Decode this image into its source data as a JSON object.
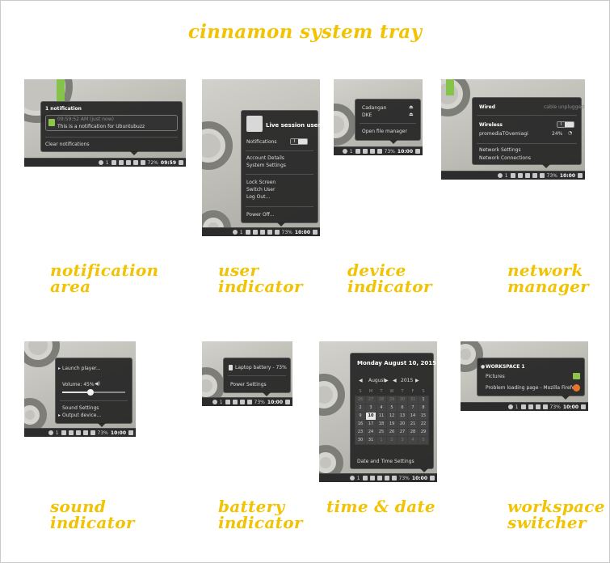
{
  "page_title": "cinnamon system tray",
  "captions": {
    "notification": [
      "notification",
      "area"
    ],
    "user": [
      "user",
      "indicator"
    ],
    "device": [
      "device",
      "indicator"
    ],
    "network": [
      "network",
      "manager"
    ],
    "sound": [
      "sound",
      "indicator"
    ],
    "battery": [
      "battery",
      "indicator"
    ],
    "time": [
      "time & date"
    ],
    "workspace": [
      "workspace",
      "switcher"
    ]
  },
  "panel": {
    "notify_count": "1",
    "battery_pct": "73%",
    "battery_pct_alt": "72%",
    "clock": "10:00",
    "clock_notify": "09:59",
    "workspace_num": "1"
  },
  "notification": {
    "header": "1 notification",
    "time": "09:59:52 AM (just now)",
    "message": "This is a notification for Ubuntubuzz",
    "clear": "Clear notifications"
  },
  "user": {
    "name": "Live session user",
    "notifications_label": "Notifications",
    "toggle_state": "I",
    "account_details": "Account Details",
    "system_settings": "System Settings",
    "lock_screen": "Lock Screen",
    "switch_user": "Switch User",
    "log_out": "Log Out...",
    "power_off": "Power Off..."
  },
  "device": {
    "items": [
      "Cadangan",
      "DKE"
    ],
    "open_file_manager": "Open file manager"
  },
  "network": {
    "wired": "Wired",
    "wired_status": "cable unplugged",
    "wireless": "Wireless",
    "toggle_state": "I",
    "ssid": "promediaTOvemiagi",
    "signal": "24%",
    "network_settings": "Network Settings",
    "network_connections": "Network Connections"
  },
  "sound": {
    "launch_player": "Launch player...",
    "volume_label": "Volume: 45%",
    "volume_level": 45,
    "sound_settings": "Sound Settings",
    "output_device": "Output device..."
  },
  "battery": {
    "laptop_battery": "Laptop battery - 73%",
    "power_settings": "Power Settings"
  },
  "calendar": {
    "date_header": "Monday August 10, 2015",
    "month": "August",
    "year": "2015",
    "weekdays": [
      "S",
      "M",
      "T",
      "W",
      "T",
      "F",
      "S"
    ],
    "weeks": [
      [
        "26",
        "27",
        "28",
        "29",
        "30",
        "31",
        "1"
      ],
      [
        "2",
        "3",
        "4",
        "5",
        "6",
        "7",
        "8"
      ],
      [
        "9",
        "10",
        "11",
        "12",
        "13",
        "14",
        "15"
      ],
      [
        "16",
        "17",
        "18",
        "19",
        "20",
        "21",
        "22"
      ],
      [
        "23",
        "24",
        "25",
        "26",
        "27",
        "28",
        "29"
      ],
      [
        "30",
        "31",
        "1",
        "2",
        "3",
        "4",
        "5"
      ]
    ],
    "today": "10",
    "settings": "Date and Time Settings"
  },
  "workspace": {
    "name": "WORKSPACE 1",
    "windows": [
      "Pictures",
      "Problem loading page - Mozilla Firefox"
    ]
  }
}
